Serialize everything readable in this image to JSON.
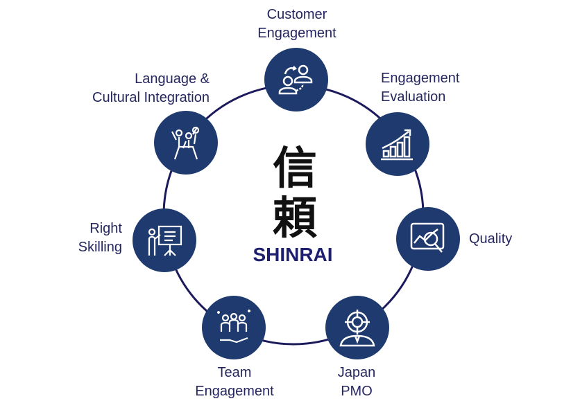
{
  "center": {
    "logo_kanji": [
      "信",
      "頼"
    ],
    "brand": "SHINRAI"
  },
  "nodes": [
    {
      "label": [
        "Customer",
        "Engagement"
      ],
      "icon": "people-exchange-icon"
    },
    {
      "label": [
        "Engagement",
        "Evaluation"
      ],
      "icon": "growth-chart-icon"
    },
    {
      "label": [
        "Quality"
      ],
      "icon": "quality-analysis-icon"
    },
    {
      "label": [
        "Japan",
        "PMO"
      ],
      "icon": "target-manager-icon"
    },
    {
      "label": [
        "Team",
        "Engagement"
      ],
      "icon": "team-hand-icon"
    },
    {
      "label": [
        "Right",
        "Skilling"
      ],
      "icon": "presenter-board-icon"
    },
    {
      "label": [
        "Language &",
        "Cultural Integration"
      ],
      "icon": "hands-raised-icon"
    }
  ],
  "colors": {
    "node": "#1f3a6e",
    "ring": "#1c1a5c",
    "text": "#26265e"
  }
}
